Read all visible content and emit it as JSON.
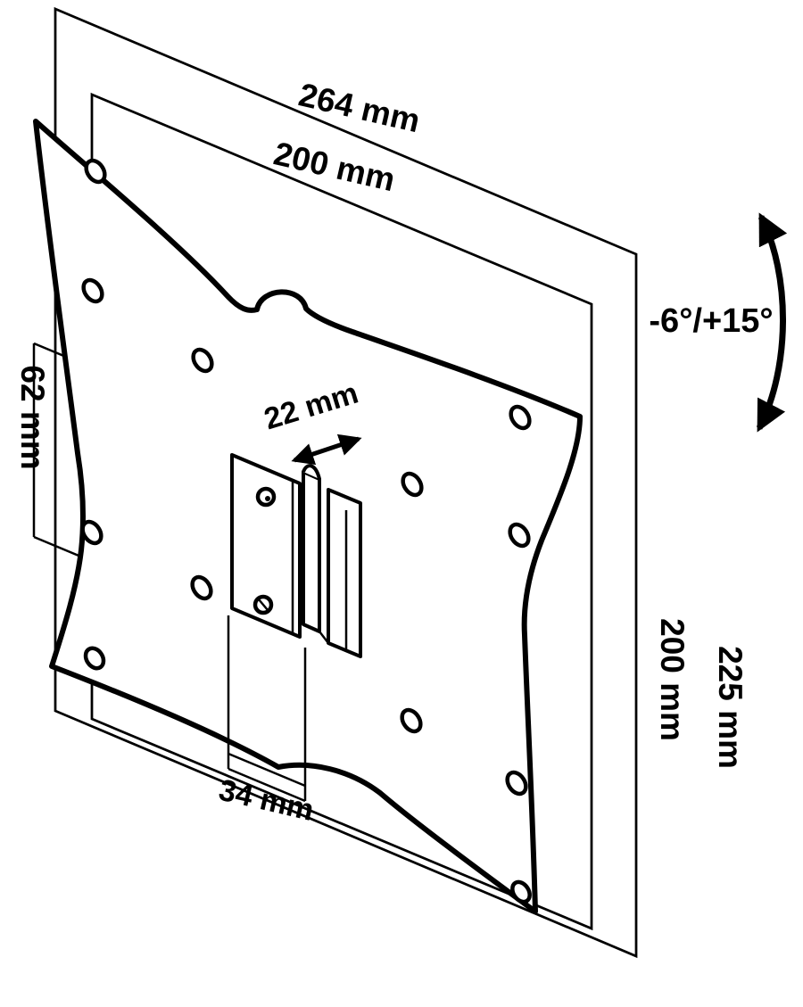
{
  "page": {
    "background_color": "#ffffff",
    "line_color": "#000000"
  },
  "diagram": {
    "dimensions": {
      "outer_width": "264 mm",
      "vesa_width": "200 mm",
      "vesa_height": "200 mm",
      "outer_height": "225 mm",
      "bracket_height": "62 mm",
      "bracket_depth": "22 mm",
      "bracket_width": "34 mm",
      "tilt_range": "-6°/+15°"
    }
  }
}
